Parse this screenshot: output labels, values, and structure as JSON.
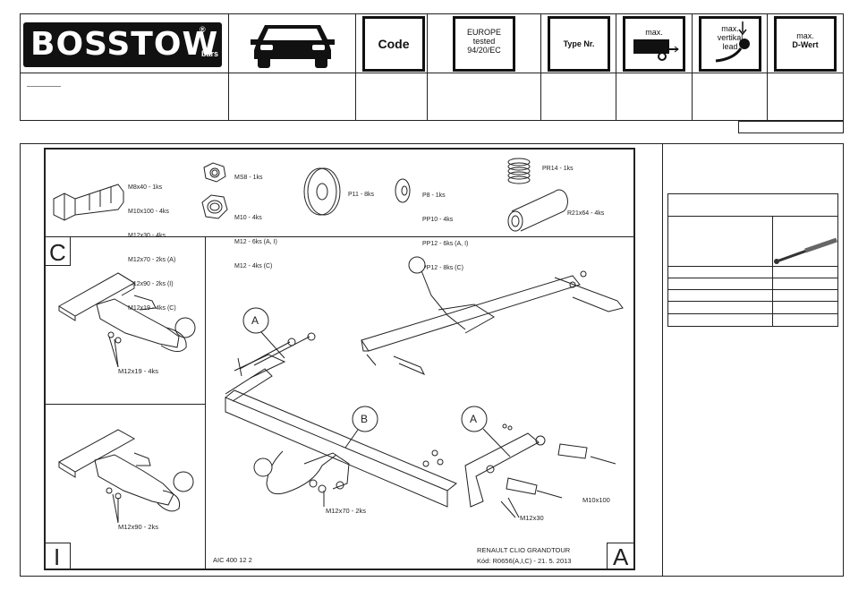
{
  "header": {
    "logo_text": "BOSSTOW",
    "logo_registered": "®",
    "logo_sub": "bars",
    "code_label": "Code",
    "europe_line1": "EUROPE",
    "europe_line2": "tested",
    "europe_line3": "94/20/EC",
    "type_label": "Type Nr.",
    "max_label": "max.",
    "vertical_line1": "max.",
    "vertical_line2": "vertikal",
    "vertical_line3": "lead",
    "dwert_line1": "max.",
    "dwert_line2": "D-Wert"
  },
  "parts": {
    "bolts": [
      "M8x40 - 1ks",
      "M10x100 - 4ks",
      "M12x30 - 4ks",
      "M12x70 - 2ks (A)",
      "M12x90 - 2ks (I)",
      "M12x19 - 4ks (C)"
    ],
    "nut_ms8": "MS8 - 1ks",
    "nuts": [
      "M10 - 4ks",
      "M12 - 6ks (A, I)",
      "M12 - 4ks (C)"
    ],
    "washer_large": "P11 - 8ks",
    "washers": [
      "P8 - 1ks",
      "PP10 - 4ks",
      "PP12 - 6ks (A, I)",
      "PP12 - 8ks (C)"
    ],
    "spring": "PR14 - 1ks",
    "tube": "R21x64 - 4ks"
  },
  "views": {
    "c_letter": "C",
    "c_label": "M12x19 - 4ks",
    "i_letter": "I",
    "i_label": "M12x90 - 2ks",
    "a_letter": "A",
    "callout_a": "A",
    "callout_b": "B",
    "label_m12x70": "M12x70 - 2ks",
    "label_m12x30": "M12x30",
    "label_m10x100": "M10x100"
  },
  "footer": {
    "aic": "AIC 400 12 2",
    "vehicle": "RENAULT CLIO GRANDTOUR",
    "kod": "Kód: R0656(A,I,C) - 21. 5. 2013"
  }
}
